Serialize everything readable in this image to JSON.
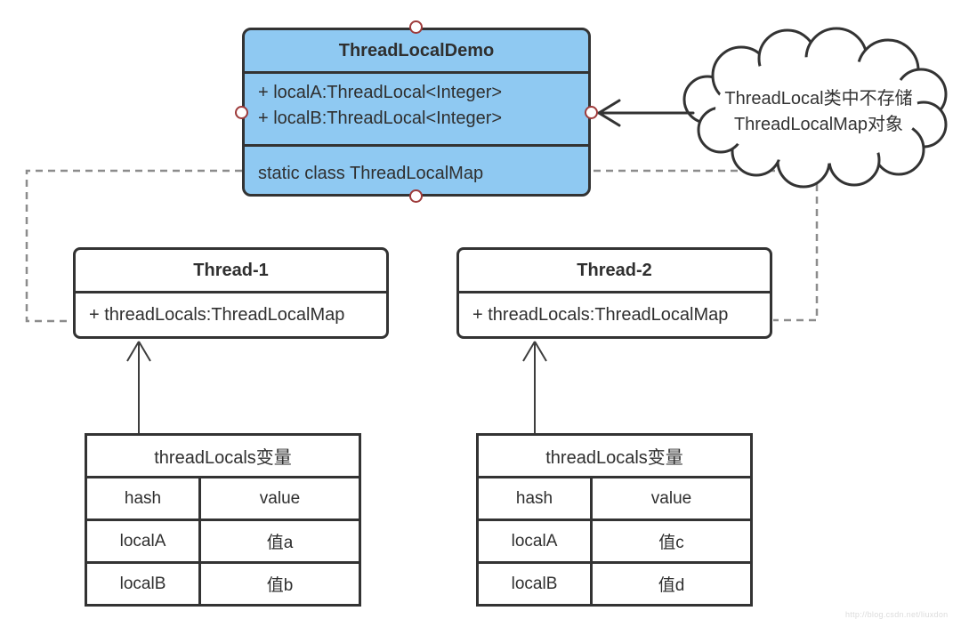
{
  "class_box": {
    "title": "ThreadLocalDemo",
    "attributes": [
      "+ localA:ThreadLocal<Integer>",
      "+ localB:ThreadLocal<Integer>"
    ],
    "static_section": "static class ThreadLocalMap"
  },
  "cloud_note": {
    "lines": [
      "ThreadLocal类中不存储",
      "ThreadLocalMap对象"
    ]
  },
  "thread_boxes": [
    {
      "title": "Thread-1",
      "attribute": "+ threadLocals:ThreadLocalMap"
    },
    {
      "title": "Thread-2",
      "attribute": "+ threadLocals:ThreadLocalMap"
    }
  ],
  "tables": [
    {
      "title": "threadLocals变量",
      "headers": [
        "hash",
        "value"
      ],
      "rows": [
        [
          "localA",
          "值a"
        ],
        [
          "localB",
          "值b"
        ]
      ]
    },
    {
      "title": "threadLocals变量",
      "headers": [
        "hash",
        "value"
      ],
      "rows": [
        [
          "localA",
          "值c"
        ],
        [
          "localB",
          "值d"
        ]
      ]
    }
  ],
  "watermark": "http://blog.csdn.net/liuxdon",
  "colors": {
    "class_fill": "#8FC9F2",
    "stroke": "#333333",
    "dashed_connector": "#8C8C8C",
    "connection_point": "#9E3B3B"
  }
}
